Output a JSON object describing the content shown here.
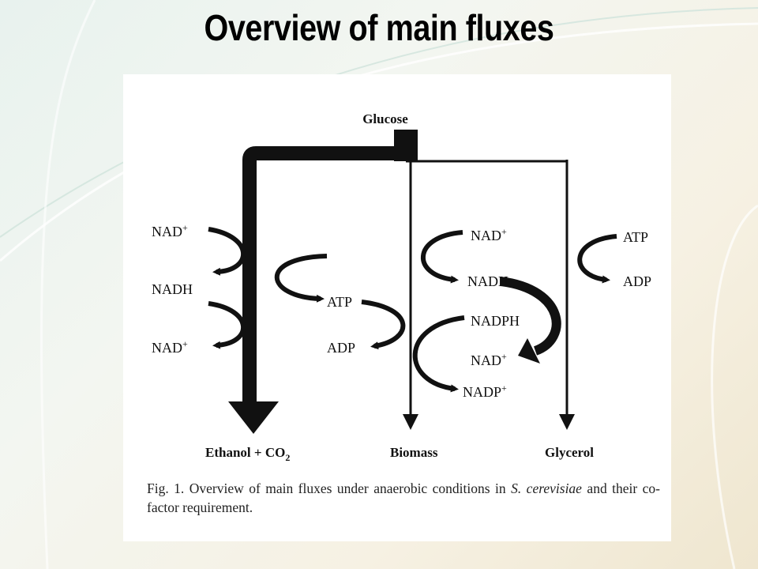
{
  "slide": {
    "title": "Overview of main fluxes"
  },
  "diagram": {
    "source": "Glucose",
    "products": {
      "ethanol_main": "Ethanol + CO",
      "ethanol_sub": "2",
      "biomass": "Biomass",
      "glycerol": "Glycerol"
    },
    "cofactors": {
      "ethanol_nad_top": "NAD",
      "ethanol_nadh": "NADH",
      "ethanol_nad_bottom": "NAD",
      "mid_atp": "ATP",
      "mid_adp": "ADP",
      "bio_nad": "NAD",
      "bio_nadh": "NADH",
      "bio_nadph": "NADPH",
      "bio_nad_lower": "NAD",
      "bio_nadp": "NADP",
      "gly_atp": "ATP",
      "gly_adp": "ADP",
      "plus": "+"
    },
    "caption": {
      "prefix": "Fig. 1. Overview of main fluxes under anaerobic conditions in ",
      "species_a": "S.",
      "species_b": "cerevisiae",
      "suffix": " and their co-factor requirement."
    }
  },
  "colors": {
    "ink": "#111111",
    "panel": "#ffffff"
  }
}
